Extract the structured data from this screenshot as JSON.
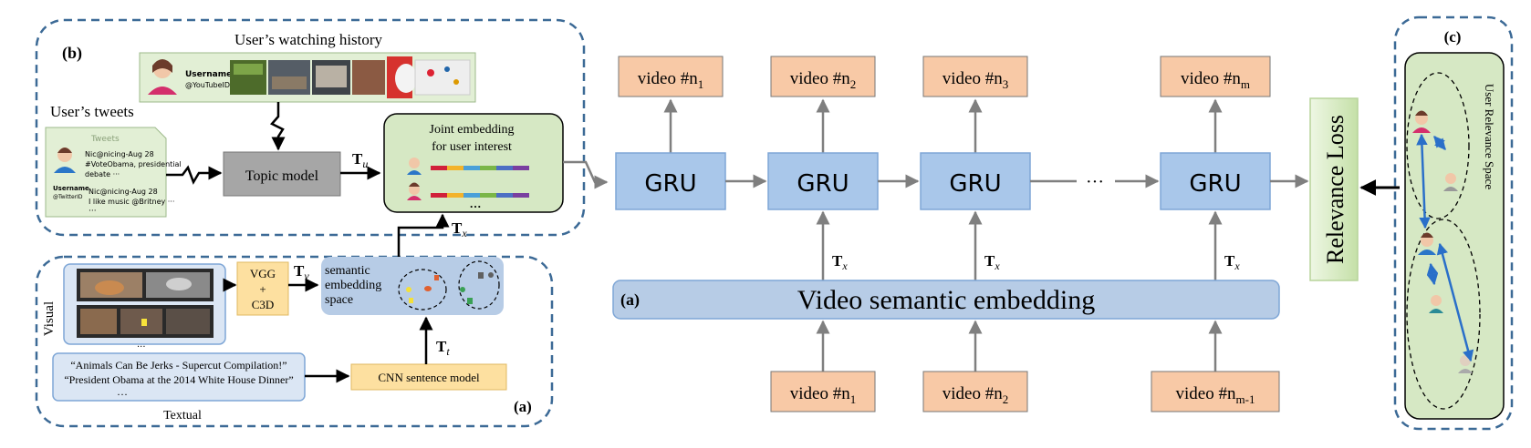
{
  "panel_b": {
    "label": "(b)",
    "watching_history_title": "User’s watching history",
    "history_username": "Username",
    "history_userid": "@YouTubeID",
    "tweets_title": "User’s tweets",
    "tweets_header": "Tweets",
    "tweet1_author": "Nic@nicing-Aug 28",
    "tweet1_line1": "#VoteObama, presidential",
    "tweet1_line2": "debate ···",
    "tweet2_author": "Nic@nicing-Aug 28",
    "tweet2_line1": "I like music @Britney ···",
    "tweets_username": "Username",
    "tweets_userid": "@TwitterID",
    "tweets_more": "···",
    "topic_model": "Topic model",
    "tu_base": "T",
    "tu_sub": "u",
    "joint_line1": "Joint embedding",
    "joint_line2": "for user interest",
    "joint_more": "···"
  },
  "panel_a_left": {
    "label": "(a)",
    "visual_label": "Visual",
    "textual_label": "Textual",
    "frames_more": "···",
    "vgg_line1": "VGG",
    "vgg_line2": "+",
    "vgg_line3": "C3D",
    "tv_base": "T",
    "tv_sub": "v",
    "semantic_line1": "semantic",
    "semantic_line2": "embedding",
    "semantic_line3": "space",
    "title1": "“Animals Can Be Jerks - Supercut Compilation!”",
    "title2": "“President Obama at the 2014 White House Dinner”",
    "titles_more": "···",
    "cnn_label": "CNN sentence model",
    "tt_base": "T",
    "tt_sub": "t",
    "tx_base": "T",
    "tx_sub": "x"
  },
  "panel_a_right": {
    "label": "(a)",
    "embedding_label": "Video semantic embedding",
    "gru_label": "GRU",
    "ellipsis": "···",
    "tx_base": "T",
    "tx_sub": "x",
    "outputs": [
      {
        "base": "video #n",
        "sub": "1"
      },
      {
        "base": "video #n",
        "sub": "2"
      },
      {
        "base": "video #n",
        "sub": "3"
      },
      {
        "base": "video #n",
        "sub": "m"
      }
    ],
    "inputs": [
      {
        "base": "video #n",
        "sub": "1"
      },
      {
        "base": "video #n",
        "sub": "2"
      },
      {
        "base": "video #n",
        "sub": "m-1"
      }
    ],
    "relevance_loss": "Relevance Loss"
  },
  "panel_c": {
    "label": "(c)",
    "space_label": "User Relevance Space"
  },
  "colors": {
    "dashed_border": "#3c6a96",
    "gru_fill": "#a9c7ea",
    "gru_stroke": "#7ea6d6",
    "video_fill": "#f8c9a6",
    "video_stroke": "#777777",
    "green_fill": "#d6e8c4",
    "yellow_fill": "#fde0a0",
    "light_blue_fill": "#dbe6f4",
    "embed_fill": "#b7cce6",
    "arrow_gray": "#7f7f7f",
    "accent_blue": "#2a6fc9"
  }
}
